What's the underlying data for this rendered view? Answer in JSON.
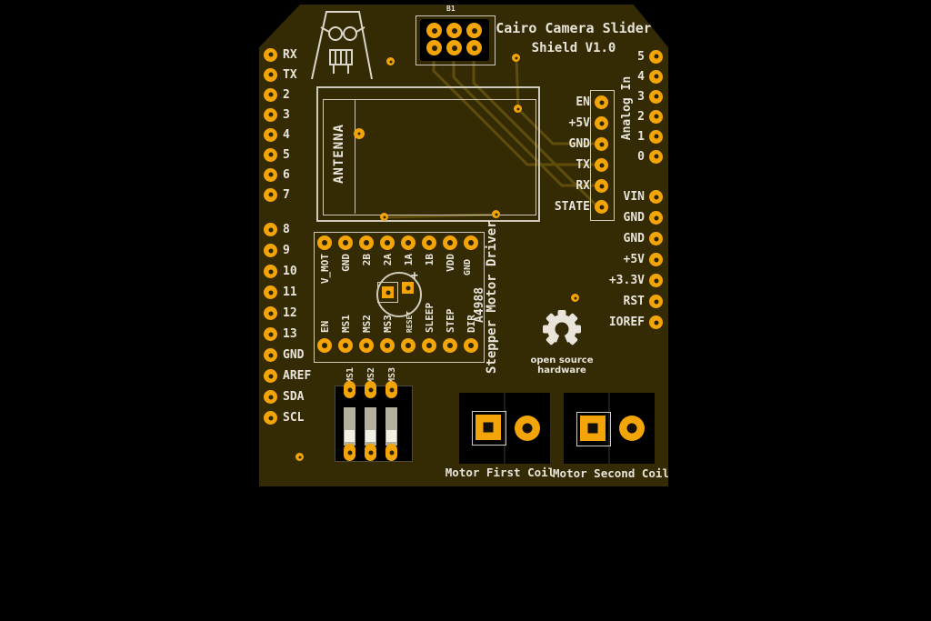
{
  "board": {
    "title_line1": "Cairo Camera Slider",
    "title_line2": "Shield V1.0",
    "top_connector_ref": "B1"
  },
  "headers": {
    "digital_low": [
      "RX",
      "TX",
      "2",
      "3",
      "4",
      "5",
      "6",
      "7"
    ],
    "digital_high": [
      "8",
      "9",
      "10",
      "11",
      "12",
      "13",
      "GND",
      "AREF",
      "SDA",
      "SCL"
    ],
    "analog": {
      "group_label": "Analog In",
      "pins": [
        "5",
        "4",
        "3",
        "2",
        "1",
        "0"
      ]
    },
    "power": [
      "VIN",
      "GND",
      "GND",
      "+5V",
      "+3.3V",
      "RST",
      "IOREF"
    ]
  },
  "bt_module": {
    "antenna_label": "ANTENNA",
    "pins": [
      "EN",
      "+5V",
      "GND",
      "TX",
      "RX",
      "STATE"
    ]
  },
  "stepper_driver": {
    "section_label": "Stepper Motor Driver",
    "chip_label": "A4988",
    "pins_top": [
      "V_MOT",
      "GND",
      "2B",
      "2A",
      "1A",
      "1B",
      "VDD",
      "GND"
    ],
    "pins_bottom": [
      "EN",
      "MS1",
      "MS2",
      "MS3",
      "RESET",
      "SLEEP",
      "STEP",
      "DIR"
    ],
    "cap_plus": "+"
  },
  "dip_switch": {
    "labels": [
      "MS1",
      "MS2",
      "MS3"
    ]
  },
  "oshw_logo": {
    "line1": "open source",
    "line2": "hardware"
  },
  "motor_connectors": {
    "first_label": "Motor First Coil",
    "second_label": "Motor Second Coil"
  },
  "colors": {
    "background": "#000000",
    "soldermask": "#342b05",
    "pad": "#f3a407",
    "silkscreen": "#e8e4da",
    "trace": "#5e4d0b"
  }
}
